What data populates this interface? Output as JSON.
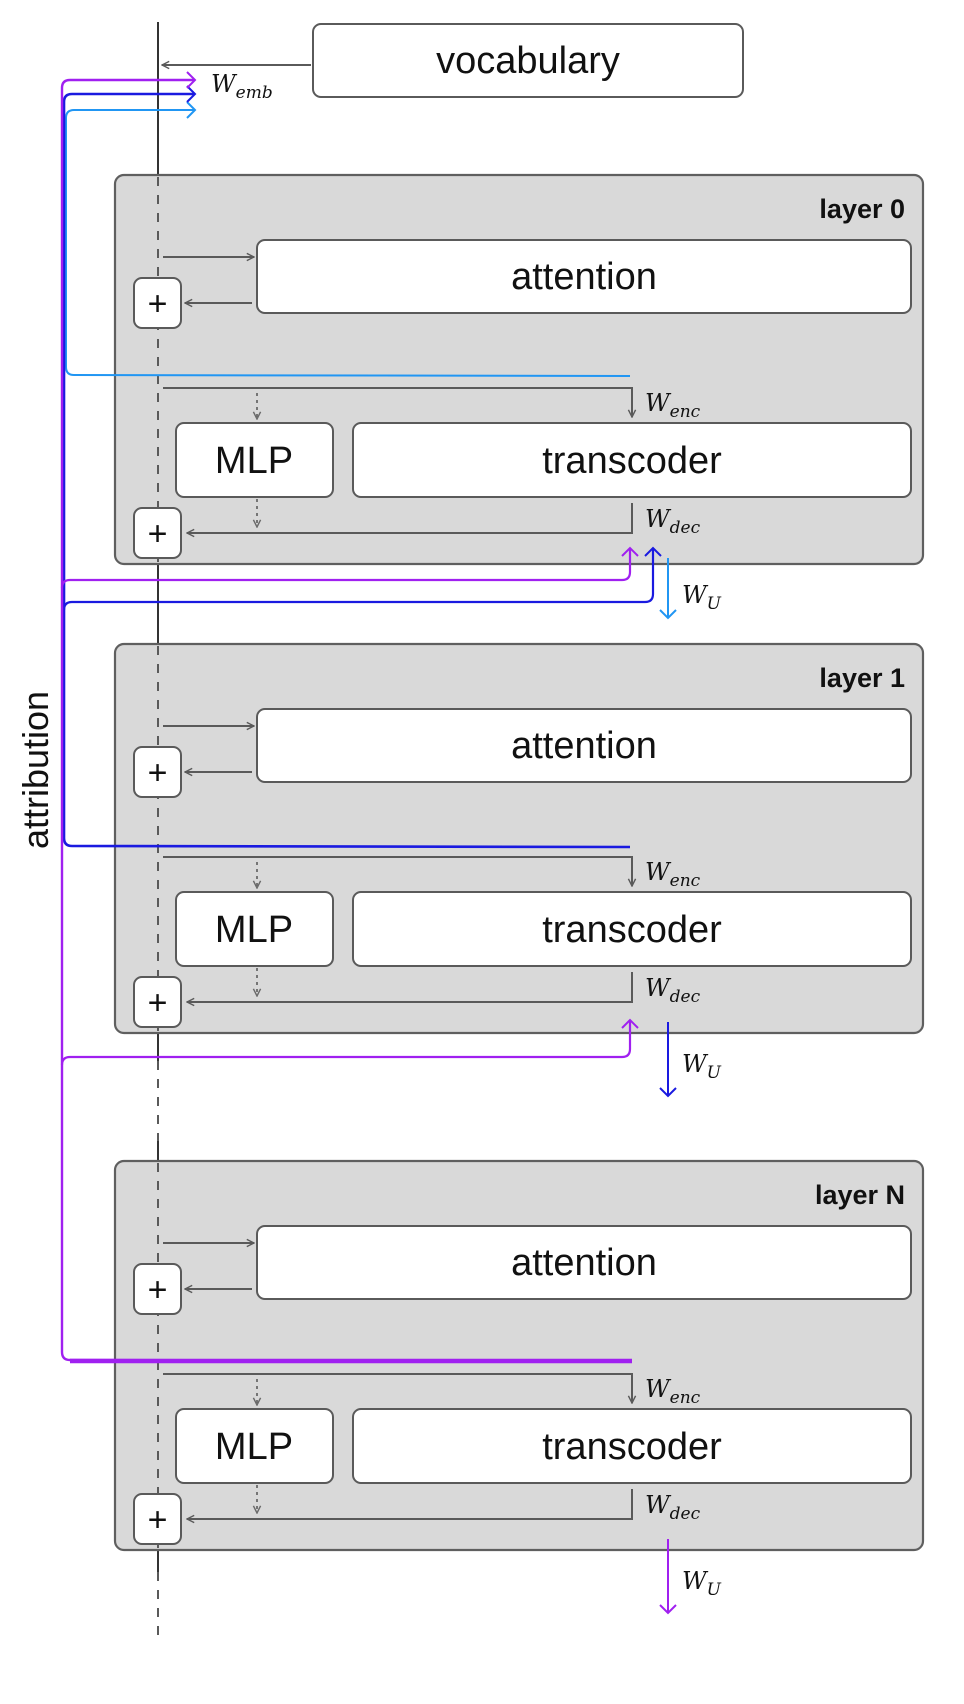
{
  "diagram": {
    "vocabulary_label": "vocabulary",
    "embedding_label": {
      "base": "W",
      "sub": "emb"
    },
    "side_label": "attribution",
    "layers": [
      {
        "title": "layer 0",
        "attention": "attention",
        "mlp": "MLP",
        "transcoder": "transcoder",
        "plus": "+",
        "enc": {
          "base": "W",
          "sub": "enc"
        },
        "dec": {
          "base": "W",
          "sub": "dec"
        },
        "unembed": {
          "base": "W",
          "sub": "U"
        },
        "unembed_color": "#2196f3"
      },
      {
        "title": "layer 1",
        "attention": "attention",
        "mlp": "MLP",
        "transcoder": "transcoder",
        "plus": "+",
        "enc": {
          "base": "W",
          "sub": "enc"
        },
        "dec": {
          "base": "W",
          "sub": "dec"
        },
        "unembed": {
          "base": "W",
          "sub": "U"
        },
        "unembed_color": "#1a1ae0"
      },
      {
        "title": "layer N",
        "attention": "attention",
        "mlp": "MLP",
        "transcoder": "transcoder",
        "plus": "+",
        "enc": {
          "base": "W",
          "sub": "enc"
        },
        "dec": {
          "base": "W",
          "sub": "dec"
        },
        "unembed": {
          "base": "W",
          "sub": "U"
        },
        "unembed_color": "#a020f0"
      }
    ],
    "attribution_paths": [
      {
        "name": "cyan",
        "color": "#2196f3",
        "from_layer": 0,
        "to": "embedding"
      },
      {
        "name": "blue",
        "color": "#1a1ae0",
        "from_layer": 1,
        "to": [
          "embedding",
          "layer 0 decoder"
        ]
      },
      {
        "name": "purple",
        "color": "#a020f0",
        "from_layer": 2,
        "to": [
          "embedding",
          "layer 0 decoder",
          "layer 1 decoder"
        ]
      }
    ]
  }
}
